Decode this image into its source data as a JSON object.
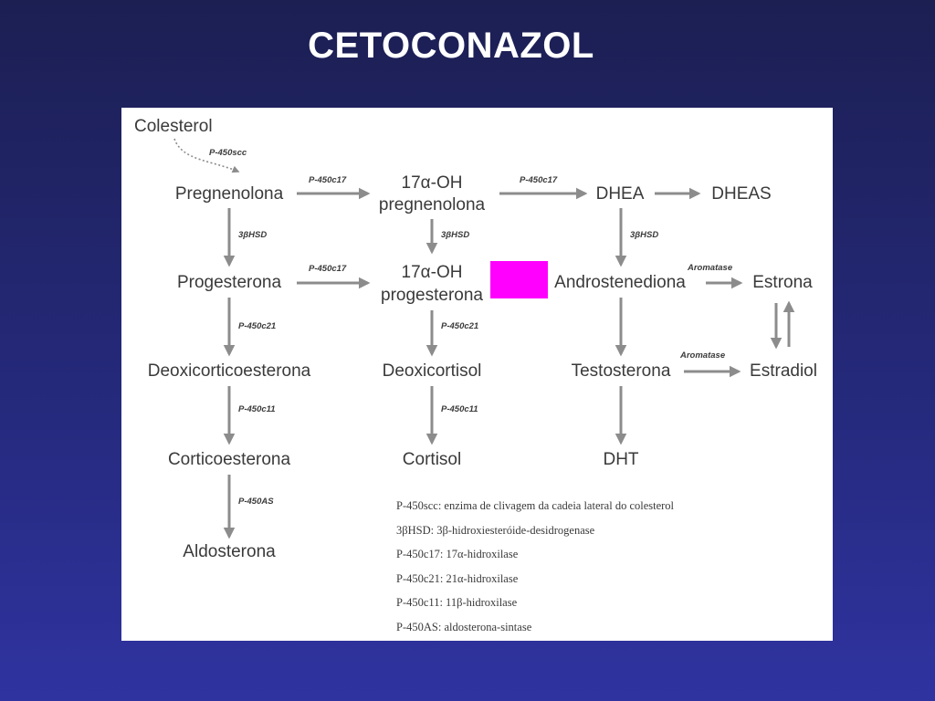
{
  "title": "CETOCONAZOL",
  "nodes": {
    "colesterol": "Colesterol",
    "pregnenolona": "Pregnenolona",
    "oh_preg_1": "17α-OH",
    "oh_preg_2": "pregnenolona",
    "dhea": "DHEA",
    "dheas": "DHEAS",
    "progesterona": "Progesterona",
    "oh_prog_1": "17α-OH",
    "oh_prog_2": "progesterona",
    "androstenediona": "Androstenediona",
    "estrona": "Estrona",
    "deoxicorticoesterona": "Deoxicorticoesterona",
    "deoxicortisol": "Deoxicortisol",
    "testosterona": "Testosterona",
    "estradiol": "Estradiol",
    "corticoesterona": "Corticoesterona",
    "cortisol": "Cortisol",
    "dht": "DHT",
    "aldosterona": "Aldosterona"
  },
  "enzymes": {
    "p450scc": "P-450scc",
    "p450c17": "P-450c17",
    "hsd": "3βHSD",
    "p450c21": "P-450c21",
    "p450c11": "P-450c11",
    "p450as": "P-450AS",
    "aromatase": "Aromatase"
  },
  "legend": [
    "P-450scc: enzima de clivagem da cadeia lateral do colesterol",
    "3βHSD: 3β-hidroxiesteróide-desidrogenase",
    "P-450c17: 17α-hidroxilase",
    "P-450c21: 21α-hidroxilase",
    "P-450c11: 11β-hidroxilase",
    "P-450AS: aldosterona-sintase"
  ],
  "colors": {
    "arrow": "#8c8c8c",
    "highlight": "#ff00ff",
    "text": "#3a3a3a"
  }
}
